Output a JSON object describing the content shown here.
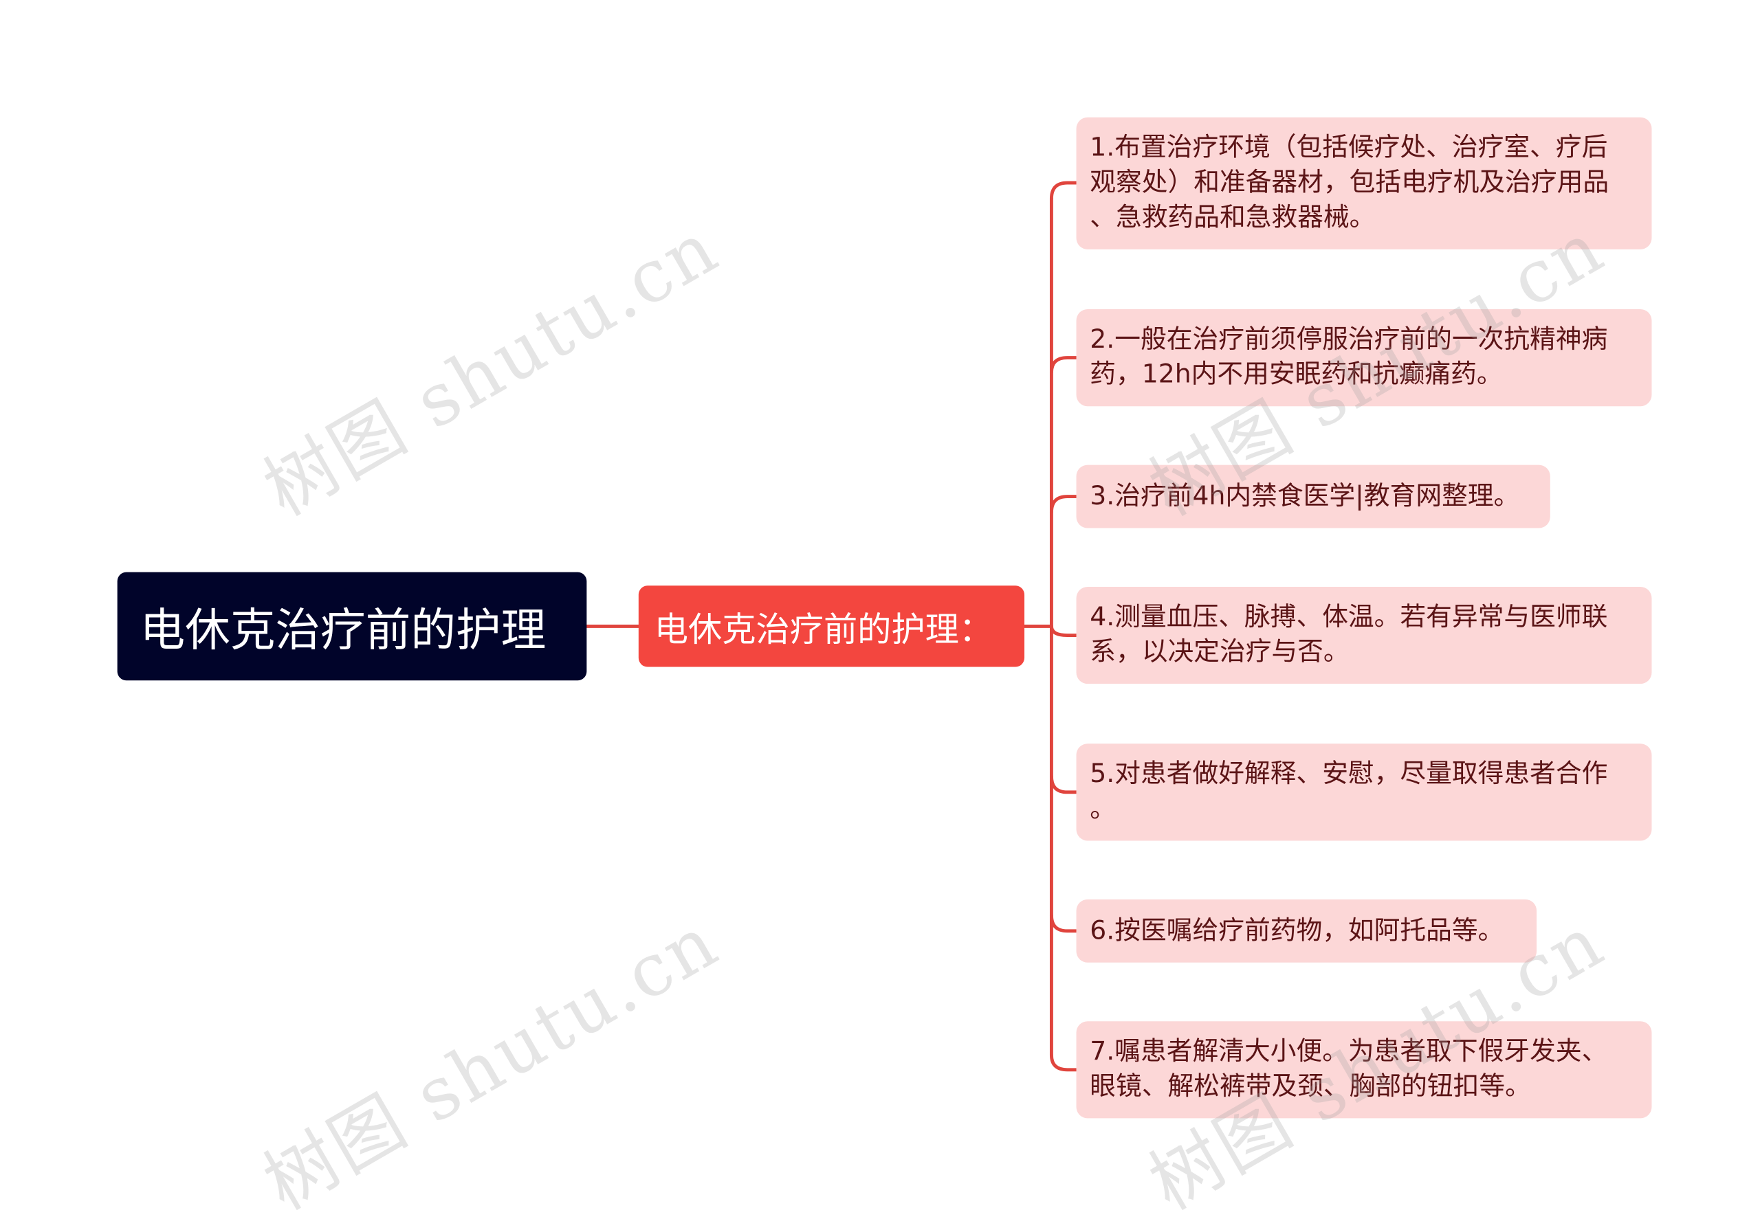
{
  "root": {
    "label": "电休克治疗前的护理"
  },
  "branch": {
    "label": "电休克治疗前的护理："
  },
  "items": [
    {
      "text": "1.布置治疗环境（包括候疗处、治疗室、疗后\n观察处）和准备器材，包括电疗机及治疗用品\n、急救药品和急救器械。"
    },
    {
      "text": "2.一般在治疗前须停服治疗前的一次抗精神病\n药，12h内不用安眠药和抗癫痛药。"
    },
    {
      "text": "3.治疗前4h内禁食医学|教育网整理。"
    },
    {
      "text": "4.测量血压、脉搏、体温。若有异常与医师联\n系，以决定治疗与否。"
    },
    {
      "text": "5.对患者做好解释、安慰，尽量取得患者合作\n。"
    },
    {
      "text": "6.按医嘱给疗前药物，如阿托品等。"
    },
    {
      "text": "7.嘱患者解清大小便。为患者取下假牙发夹、\n眼镜、解松裤带及颈、胸部的钮扣等。"
    }
  ],
  "watermark": "树图 shutu.cn",
  "colors": {
    "root_bg": "#01042a",
    "branch_bg": "#f3463f",
    "leaf_bg": "#fcd7d7",
    "leaf_text": "#5b1416",
    "connector": "#e0443d"
  }
}
